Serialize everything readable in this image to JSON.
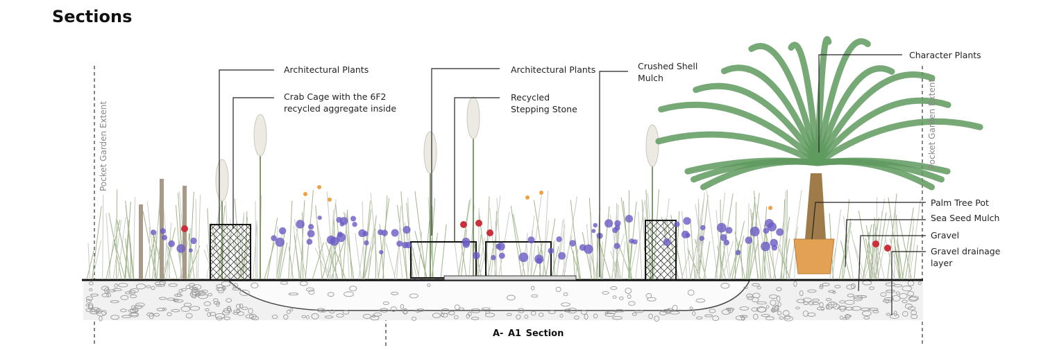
{
  "title": "Sections",
  "caption": "A- A1  Section",
  "extent_label_left": "Pocket Garden Extent",
  "extent_label_right": "Pocket Garden Extent",
  "callouts": {
    "architectural_plants_left": "Architectural Plants",
    "crab_cage": "Crab Cage with the 6F2\nrecycled aggregate inside",
    "architectural_plants_mid": "Architectural Plants",
    "recycled_stepping_stone": "Recycled\nStepping Stone",
    "crushed_shell_mulch": "Crushed Shell\nMulch",
    "character_plants": "Character Plants",
    "palm_tree_pot": "Palm Tree Pot",
    "sea_seed_mulch": "Sea Seed Mulch",
    "gravel": "Gravel",
    "gravel_drainage_layer": "Gravel drainage\nlayer"
  },
  "colors": {
    "lavender": "#6a5bc4",
    "grass": "#9fb58a",
    "palm": "#5f9a5f",
    "pot": "#e3a153",
    "ground": "#222222",
    "gravel": "#9a9a9a",
    "poppy": "#c9303a",
    "orange_flower": "#f0a243"
  }
}
